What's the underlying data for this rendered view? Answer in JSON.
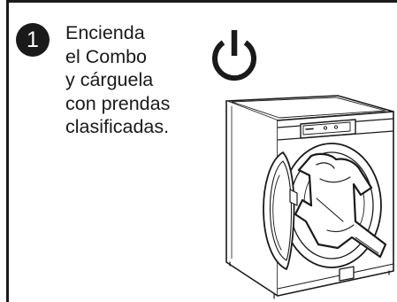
{
  "step": {
    "number": "1",
    "lines": [
      "Encienda",
      "el Combo",
      "y cárguela",
      "con prendas",
      "clasificadas."
    ]
  },
  "icons": {
    "power": "power-icon",
    "washer": "washer-dryer-illustration",
    "clothes": "clothes-icon"
  },
  "colors": {
    "ink": "#1a1a1a",
    "background": "#ffffff"
  }
}
